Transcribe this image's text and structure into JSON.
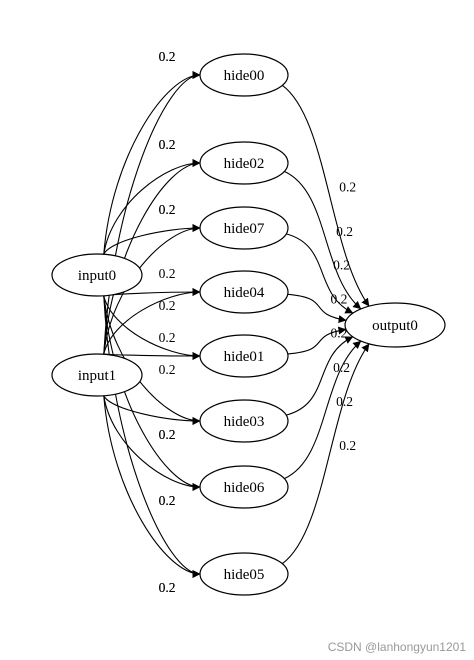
{
  "nodes": {
    "input0": "input0",
    "input1": "input1",
    "hide00": "hide00",
    "hide02": "hide02",
    "hide07": "hide07",
    "hide04": "hide04",
    "hide01": "hide01",
    "hide03": "hide03",
    "hide06": "hide06",
    "hide05": "hide05",
    "output0": "output0"
  },
  "edges": [
    {
      "from": "input0",
      "to": "hide00",
      "weight": "0.2"
    },
    {
      "from": "input0",
      "to": "hide02",
      "weight": "0.2"
    },
    {
      "from": "input0",
      "to": "hide07",
      "weight": "0.2"
    },
    {
      "from": "input0",
      "to": "hide04",
      "weight": "0.2"
    },
    {
      "from": "input0",
      "to": "hide01",
      "weight": "0.2"
    },
    {
      "from": "input0",
      "to": "hide03",
      "weight": "0.2"
    },
    {
      "from": "input0",
      "to": "hide06",
      "weight": "0.2"
    },
    {
      "from": "input0",
      "to": "hide05",
      "weight": "0.2"
    },
    {
      "from": "input1",
      "to": "hide00",
      "weight": "0.2"
    },
    {
      "from": "input1",
      "to": "hide02",
      "weight": "0.2"
    },
    {
      "from": "input1",
      "to": "hide07",
      "weight": "0.2"
    },
    {
      "from": "input1",
      "to": "hide04",
      "weight": "0.2"
    },
    {
      "from": "input1",
      "to": "hide01",
      "weight": "0.2"
    },
    {
      "from": "input1",
      "to": "hide03",
      "weight": "0.2"
    },
    {
      "from": "input1",
      "to": "hide06",
      "weight": "0.2"
    },
    {
      "from": "input1",
      "to": "hide05",
      "weight": "0.2"
    },
    {
      "from": "hide00",
      "to": "output0",
      "weight": "0.2"
    },
    {
      "from": "hide02",
      "to": "output0",
      "weight": "0.2"
    },
    {
      "from": "hide07",
      "to": "output0",
      "weight": "0.2"
    },
    {
      "from": "hide04",
      "to": "output0",
      "weight": "0.2"
    },
    {
      "from": "hide01",
      "to": "output0",
      "weight": "0.2"
    },
    {
      "from": "hide03",
      "to": "output0",
      "weight": "0.2"
    },
    {
      "from": "hide06",
      "to": "output0",
      "weight": "0.2"
    },
    {
      "from": "hide05",
      "to": "output0",
      "weight": "0.2"
    }
  ],
  "watermark": "CSDN @lanhongyun1201"
}
